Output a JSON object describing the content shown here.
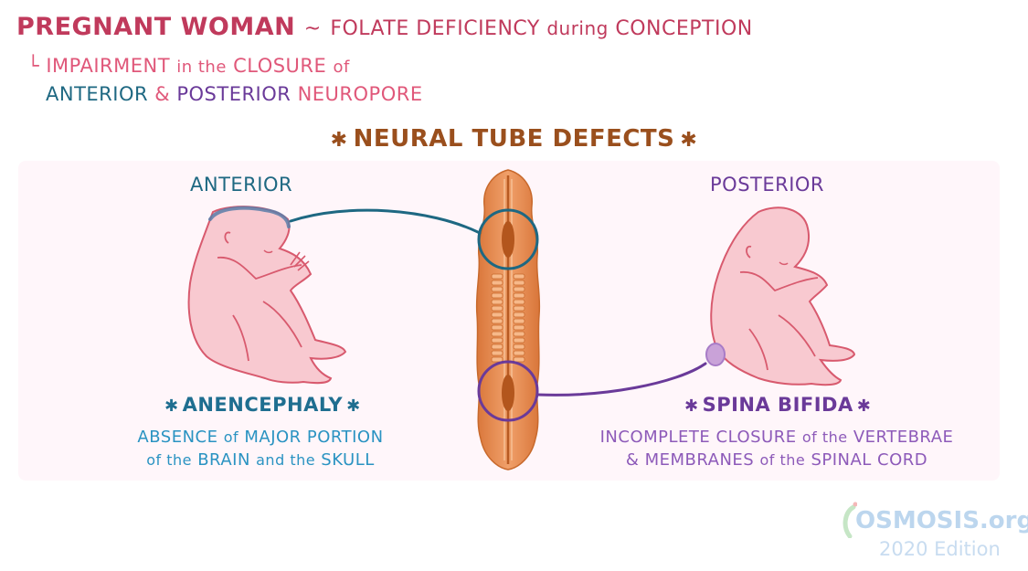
{
  "header": {
    "title_main": "PREGNANT WOMAN",
    "title_separator": "~",
    "title_sub_parts": [
      {
        "text": "FOLATE DEFICIENCY ",
        "style": "caps"
      },
      {
        "text": "during",
        "style": "low"
      },
      {
        "text": " CONCEPTION",
        "style": "caps"
      }
    ],
    "line2_prefix": "└",
    "line2_parts": [
      {
        "text": "IMPAIRMENT ",
        "style": "caps"
      },
      {
        "text": "in the",
        "style": "low"
      },
      {
        "text": " CLOSURE ",
        "style": "caps"
      },
      {
        "text": "of",
        "style": "low"
      }
    ],
    "line3": {
      "anterior": "ANTERIOR",
      "ampersand": "&",
      "posterior": "POSTERIOR",
      "neuropore": "NEUROPORE"
    }
  },
  "section": {
    "star": "✱",
    "title": "NEURAL TUBE DEFECTS"
  },
  "anterior": {
    "heading": "ANTERIOR",
    "defect_name": "ANENCEPHALY",
    "description_line1": [
      {
        "text": "ABSENCE ",
        "style": "caps"
      },
      {
        "text": "of",
        "style": "low"
      },
      {
        "text": " MAJOR PORTION",
        "style": "caps"
      }
    ],
    "description_line2": [
      {
        "text": "of the",
        "style": "low"
      },
      {
        "text": " BRAIN ",
        "style": "caps"
      },
      {
        "text": "and the",
        "style": "low"
      },
      {
        "text": " SKULL",
        "style": "caps"
      }
    ],
    "color": "#1e6882"
  },
  "posterior": {
    "heading": "POSTERIOR",
    "defect_name": "SPINA BIFIDA",
    "description_line1": [
      {
        "text": "INCOMPLETE CLOSURE ",
        "style": "caps"
      },
      {
        "text": "of the",
        "style": "low"
      },
      {
        "text": " VERTEBRAE",
        "style": "caps"
      }
    ],
    "description_line2": [
      {
        "text": "& MEMBRANES ",
        "style": "caps"
      },
      {
        "text": "of the",
        "style": "low"
      },
      {
        "text": " SPINAL CORD",
        "style": "caps"
      }
    ],
    "color": "#6a3a99"
  },
  "illustrations": {
    "left": "fetus-with-anencephaly",
    "center": "embryonic-neural-tube",
    "right": "fetus-with-spina-bifida"
  },
  "logo": {
    "brand": "OSMOSIS.org",
    "edition": "2020 Edition"
  },
  "colors": {
    "title": "#c03a5c",
    "subtitle": "#e0587a",
    "section_title": "#9a4f1d",
    "anterior": "#1e6882",
    "posterior": "#6a3a99",
    "panel_bg": "#fff6fa",
    "skin": "#f8c9d0",
    "skin_outline": "#d85a6e",
    "tube": "#e58a4a",
    "logo": "#bcd6ee"
  }
}
